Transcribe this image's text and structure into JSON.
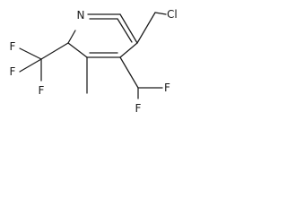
{
  "molecule": {
    "atoms": {
      "N": "N",
      "Cl": "Cl",
      "F1": "F",
      "F2": "F",
      "F3": "F",
      "F4": "F",
      "F5": "F"
    },
    "colors": {
      "bond": "#1a1a1a",
      "label": "#1a1a1a",
      "background": "#ffffff"
    }
  }
}
